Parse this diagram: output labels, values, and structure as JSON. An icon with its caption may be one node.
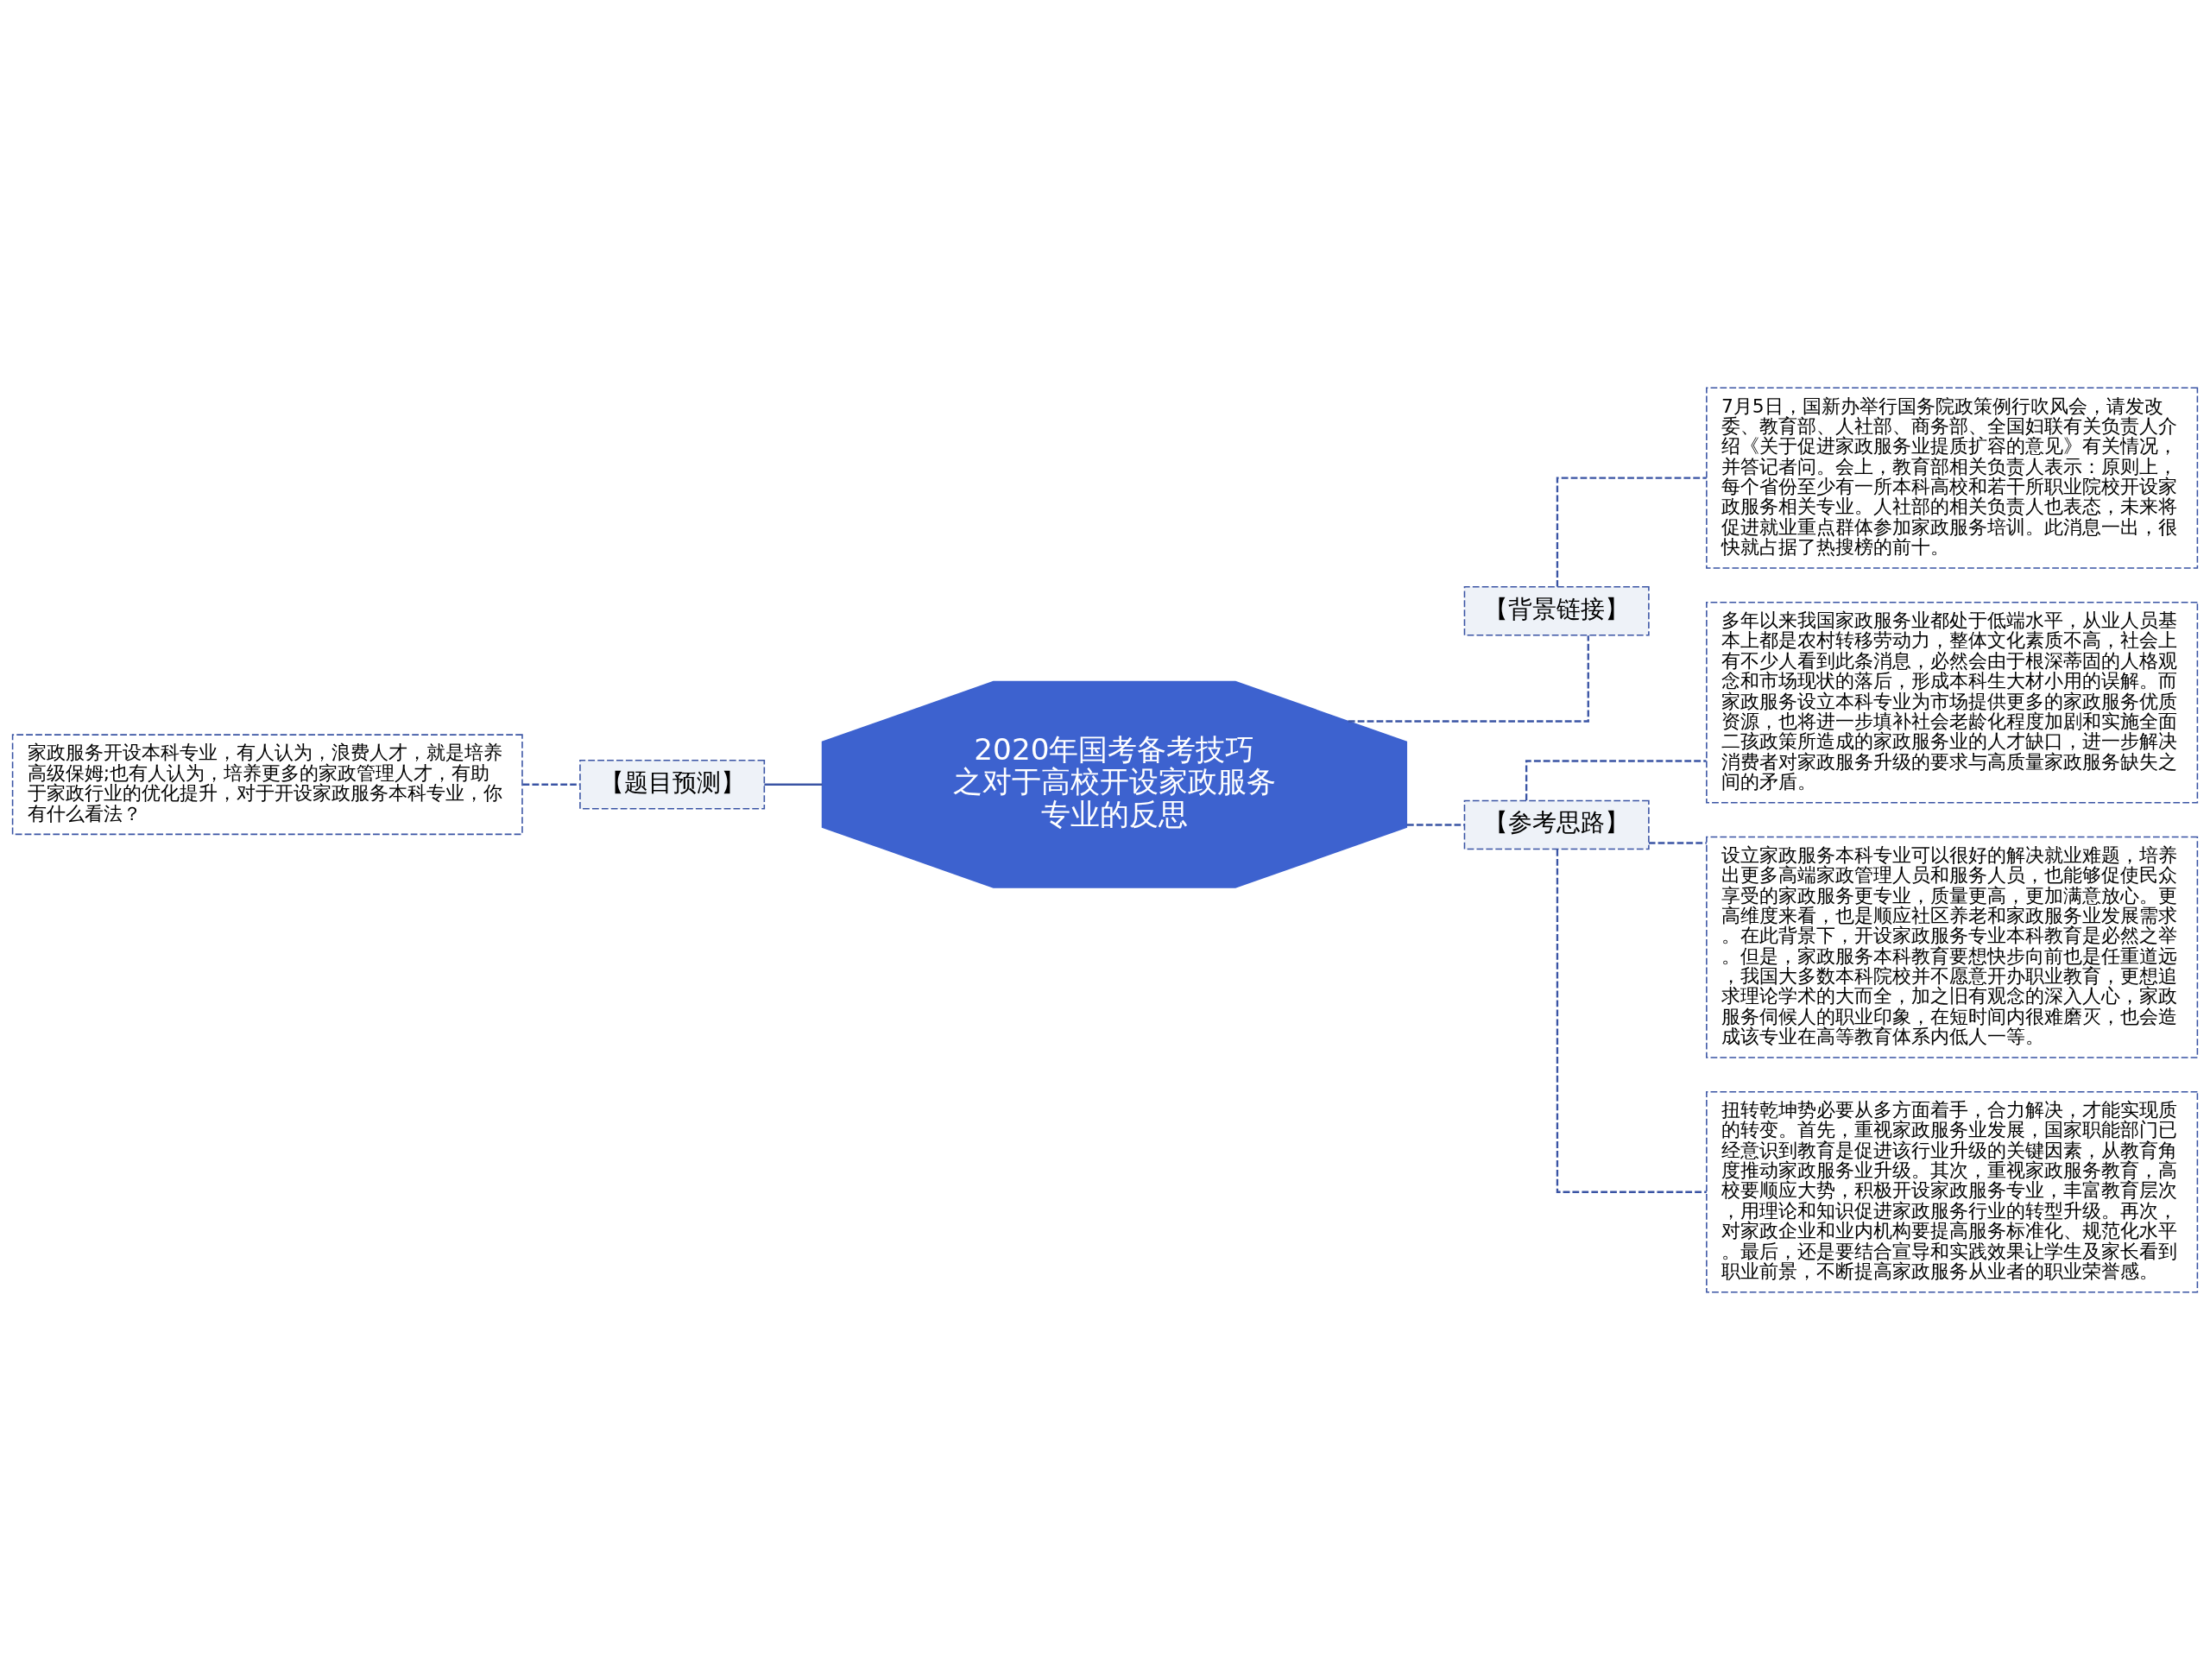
{
  "diagram": {
    "nodes": [
      {
        "text": [
          "2020年国考备考技巧之对于高校开设家政服务专业的反思"
        ]
      },
      {
        "text": [
          "【题目预测】"
        ]
      },
      {
        "text": [
          "家政服务开设本科专业，有人认为，浪费人才，就是培养高级保姆;也有人认为，培养更多的家政管理人才，有助于家政行业的优化提升，对于开设家政服务本科专业，你有什么看法？"
        ]
      },
      {
        "text": [
          "【背景链接】"
        ]
      },
      {
        "text": [
          "7月5日，国新办举行国务院政策例行吹风会，请发改委、教育部、人社部、商务部、全国妇联有关负责人介绍《关于促进家政服务业提质扩容的意见》有关情况，并答记者问。会上，教育部相关负责人表示：原则上，每个省份至少有一所本科高校和若干所职业院校开设家政服务相关专业。人社部的相关负责人也表态，未来将促进就业重点群体参加家政服务培训。此消息一出，很快就占据了热搜榜的前十。"
        ]
      },
      {
        "text": [
          "【参考思路】"
        ]
      },
      {
        "text": [
          "多年以来我国家政服务业都处于低端水平，从业人员基本上都是农村转移劳动力，整体文化素质不高，社会上有不少人看到此条消息，必然会由于根深蒂固的人格观念和市场现状的落后，形成本科生大材小用的误解。而家政服务设立本科专业为市场提供更多的家政服务优质资源，也将进一步填补社会老龄化程度加剧和实施全面二孩政策所造成的家政服务业的人才缺口，进一步解决消费者对家政服务升级的要求与高质量家政服务缺失之间的矛盾。"
        ]
      },
      {
        "text": [
          "设立家政服务本科专业可以很好的解决就业难题，培养出更多高端家政管理人员和服务人员，也能够促使民众享受的家政服务更专业，质量更高，更加满意放心。更高维度来看，也是顺应社区养老和家政服务业发展需求。在此背景下，开设家政服务专业本科教育是必然之举。但是，家政服务本科教育要想快步向前也是任重道远，我国大多数本科院校并不愿意开办职业教育，更想追求理论学术的大而全，加之旧有观念的深入人心，家政服务伺候人的职业印象，在短时间内很难磨灭，也会造成该专业在高等教育体系内低人一等。"
        ]
      },
      {
        "text": [
          "扭转乾坤势必要从多方面着手，合力解决，才能实现质的转变。首先，重视家政服务业发展，国家职能部门已经意识到教育是促进该行业升级的关键因素，从教育角度推动家政服务业升级。其次，重视家政服务教育，高校要顺应大势，积极开设家政服务专业，丰富教育层次，用理论和知识促进家政服务行业的转型升级。再次，对家政企业和业内机构要提高服务标准化、规范化水平。最后，还是要结合宣导和实践效果让学生及家长看到职业前景，不断提高家政服务从业者的职业荣誉感。"
        ]
      }
    ],
    "edges": [
      {
        "from": 0,
        "to": 1,
        "arrow": "none"
      },
      {
        "from": 1,
        "to": 2,
        "arrow": "none",
        "style": "dashed"
      },
      {
        "from": 0,
        "to": 3,
        "arrow": "none",
        "style": "dashed"
      },
      {
        "from": 3,
        "to": 4,
        "arrow": "none",
        "style": "dashed"
      },
      {
        "from": 0,
        "to": 5,
        "arrow": "none",
        "style": "dashed"
      },
      {
        "from": 5,
        "to": 6,
        "arrow": "none",
        "style": "dashed"
      },
      {
        "from": 5,
        "to": 7,
        "arrow": "none",
        "style": "dashed"
      },
      {
        "from": 5,
        "to": 8,
        "arrow": "none",
        "style": "dashed"
      }
    ]
  }
}
